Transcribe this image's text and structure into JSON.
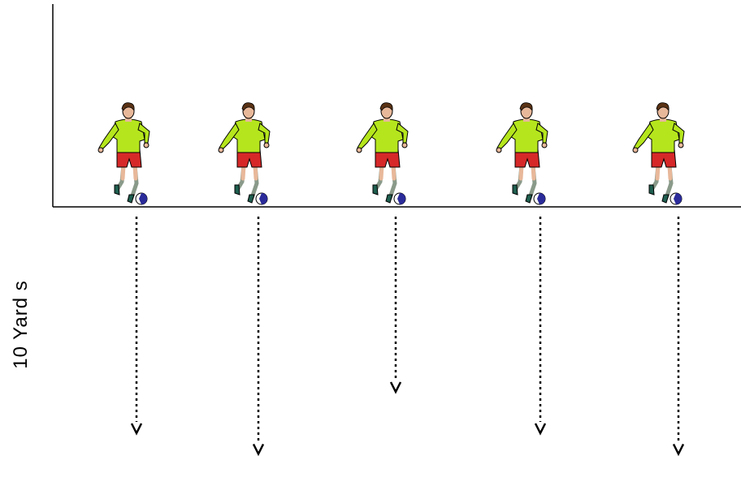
{
  "distance_label": "10 Yard s",
  "players": [
    {
      "id": 1,
      "arrow_length_yards": 10
    },
    {
      "id": 2,
      "arrow_length_yards": 11
    },
    {
      "id": 3,
      "arrow_length_yards": 8
    },
    {
      "id": 4,
      "arrow_length_yards": 10
    },
    {
      "id": 5,
      "arrow_length_yards": 11
    }
  ],
  "colors": {
    "shirt": "#b5e61d",
    "shorts": "#d62828",
    "skin": "#e8b89a",
    "hair": "#5a3214",
    "socks": "#8a9a8a",
    "boots": "#1f5f50",
    "ball": "#2b2b9a",
    "line": "#000000"
  }
}
